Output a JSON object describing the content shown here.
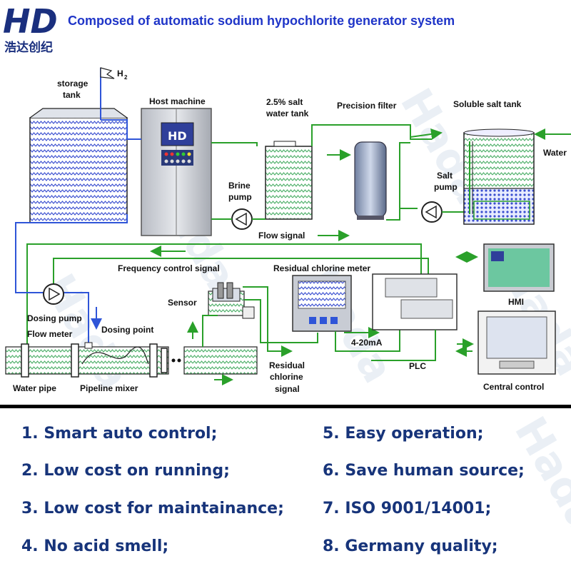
{
  "logo": {
    "mark": "HD",
    "chinese": "浩达创纪"
  },
  "title": "Composed of automatic sodium hypochlorite generator system",
  "watermark": "Hada",
  "labels": {
    "storage_tank": [
      "storage",
      "tank"
    ],
    "h2": "H",
    "h2_sub": "2",
    "host_machine": "Host machine",
    "salt_water_tank": [
      "2.5% salt",
      "water tank"
    ],
    "precision_filter": "Precision filter",
    "soluble_salt_tank": "Soluble salt  tank",
    "water": "Water",
    "brine_pump": [
      "Brine",
      "pump"
    ],
    "salt_pump": [
      "Salt",
      "pump"
    ],
    "flow_signal": "Flow signal",
    "frequency_control_signal": "Frequency control signal",
    "residual_chlorine_meter": "Residual chlorine meter",
    "sensor": "Sensor",
    "hmi": "HMI",
    "dosing_pump": "Dosing pump",
    "flow_meter": "Flow meter",
    "dosing_point": "Dosing point",
    "ma_signal": "4-20mA",
    "plc": "PLC",
    "water_pipe": "Water pipe",
    "pipeline_mixer": "Pipeline mixer",
    "residual_chlorine_signal": [
      "Residual",
      "chlorine",
      "signal"
    ],
    "central_control": "Central control",
    "host_logo": "HD"
  },
  "features": [
    "1. Smart auto control;",
    "2. Low cost on running;",
    "3. Low cost for maintainance;",
    "4. No acid smell;",
    "5. Easy operation;",
    "6. Save human source;",
    "7. ISO 9001/14001;",
    "8. Germany quality;"
  ],
  "colors": {
    "title": "#1f35c8",
    "feature_text": "#17347a",
    "signal_line": "#2aa02a",
    "water_line": "#2f55d8",
    "water_fill": "#4fb06a",
    "tank_fill_blue": "#3b4fd0",
    "divider": "#000000"
  }
}
